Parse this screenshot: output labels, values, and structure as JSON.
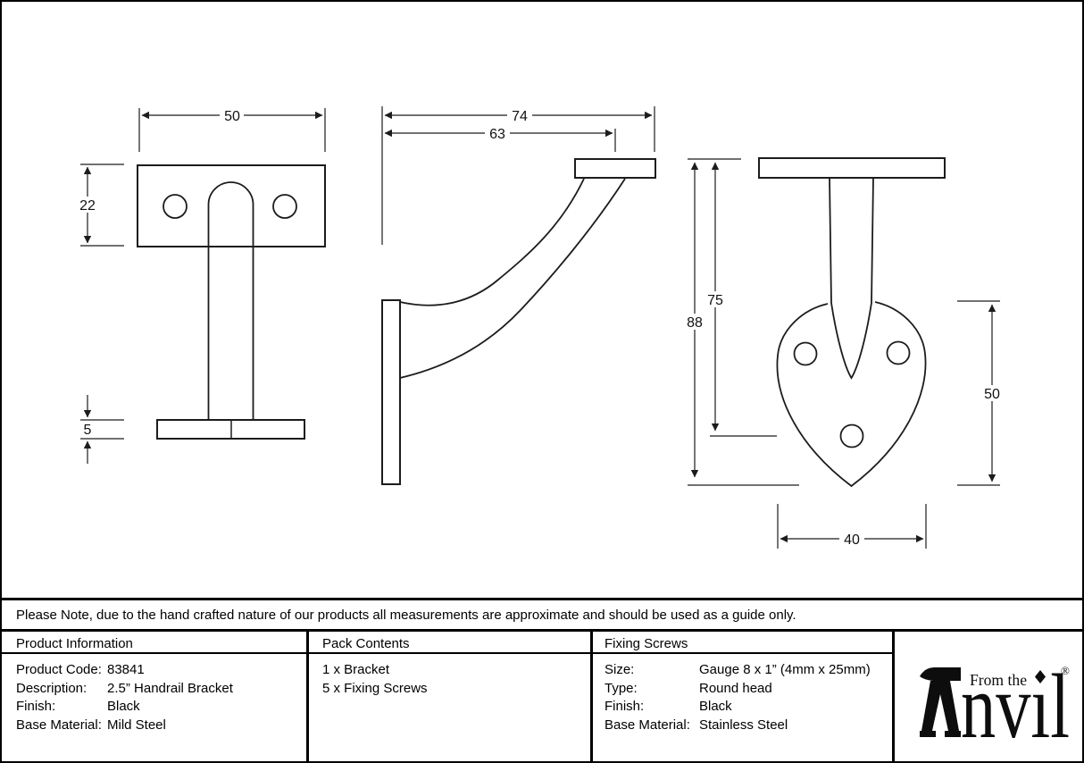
{
  "note": "Please Note, due to the hand crafted nature of our products all measurements are approximate and should be used as a guide only.",
  "table": {
    "product_information": {
      "header": "Product Information",
      "rows": [
        {
          "label": "Product Code:",
          "value": "83841"
        },
        {
          "label": "Description:",
          "value": "2.5” Handrail Bracket"
        },
        {
          "label": "Finish:",
          "value": "Black"
        },
        {
          "label": "Base Material:",
          "value": "Mild Steel"
        }
      ]
    },
    "pack_contents": {
      "header": "Pack Contents",
      "items": [
        "1 x Bracket",
        "5 x Fixing Screws"
      ]
    },
    "fixing_screws": {
      "header": "Fixing Screws",
      "rows": [
        {
          "label": "Size:",
          "value": "Gauge 8 x 1” (4mm x 25mm)"
        },
        {
          "label": "Type:",
          "value": "Round head"
        },
        {
          "label": "Finish:",
          "value": "Black"
        },
        {
          "label": "Base Material:",
          "value": "Stainless Steel"
        }
      ]
    }
  },
  "drawing": {
    "front_view": {
      "width": "50",
      "plate_height": "22",
      "base_thickness": "5"
    },
    "side_view": {
      "overall_depth": "74",
      "reach": "63"
    },
    "end_view": {
      "overall_height": "88",
      "stem_drop": "75",
      "heart_height": "50",
      "heart_width": "40"
    }
  },
  "logo": {
    "tagline": "From the",
    "brand": "Anvil",
    "brand_rest": "nvıl",
    "registered": "®"
  },
  "colors": {
    "line": "#1c1c1c",
    "border": "#000000",
    "background": "#ffffff",
    "text": "#000000"
  }
}
